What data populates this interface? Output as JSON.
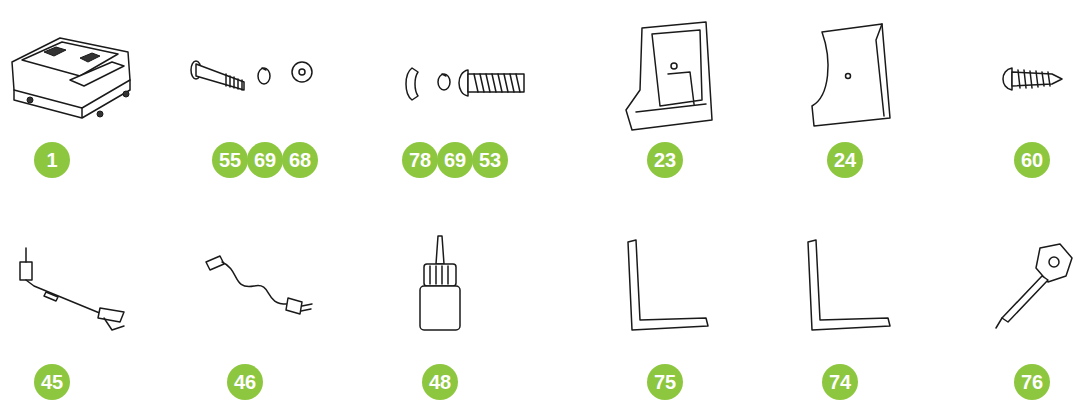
{
  "diagram": {
    "nodes": [
      {
        "text": [
          "1"
        ]
      },
      {
        "text": [
          "55"
        ]
      },
      {
        "text": [
          "69"
        ]
      },
      {
        "text": [
          "68"
        ]
      },
      {
        "text": [
          "78"
        ]
      },
      {
        "text": [
          "69"
        ]
      },
      {
        "text": [
          "53"
        ]
      },
      {
        "text": [
          "23"
        ]
      },
      {
        "text": [
          "24"
        ]
      },
      {
        "text": [
          "60"
        ]
      },
      {
        "text": [
          "45"
        ]
      },
      {
        "text": [
          "46"
        ]
      },
      {
        "text": [
          "48"
        ]
      },
      {
        "text": [
          "75"
        ]
      },
      {
        "text": [
          "74"
        ]
      },
      {
        "text": [
          "76"
        ]
      }
    ]
  }
}
